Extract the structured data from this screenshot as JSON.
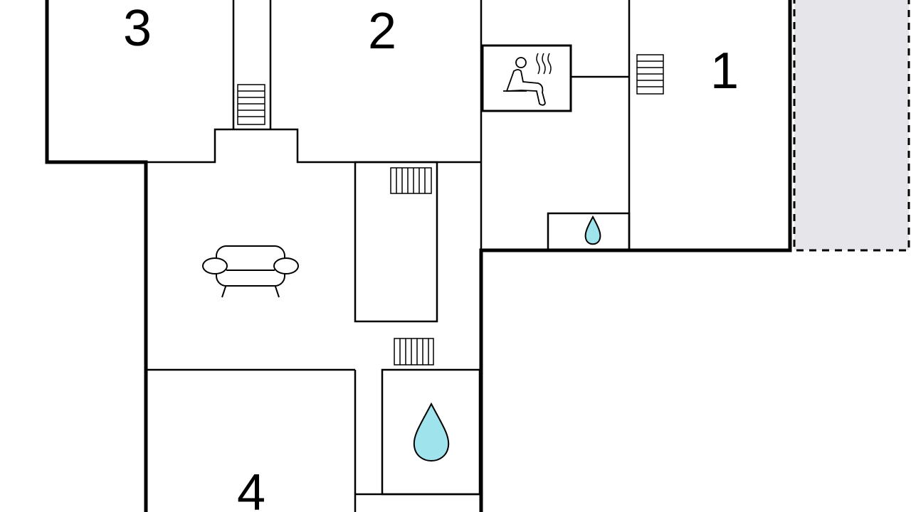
{
  "rooms": {
    "room_1": "1",
    "room_2": "2",
    "room_3": "3",
    "room_4": "4"
  },
  "colors": {
    "wall": "#000000",
    "water": "#9fe3ec",
    "outdoor_area": "#e5e5ea"
  },
  "icons": [
    "stairs-icon",
    "sauna-icon",
    "water-drop-icon",
    "radiator-icon",
    "sofa-icon"
  ]
}
